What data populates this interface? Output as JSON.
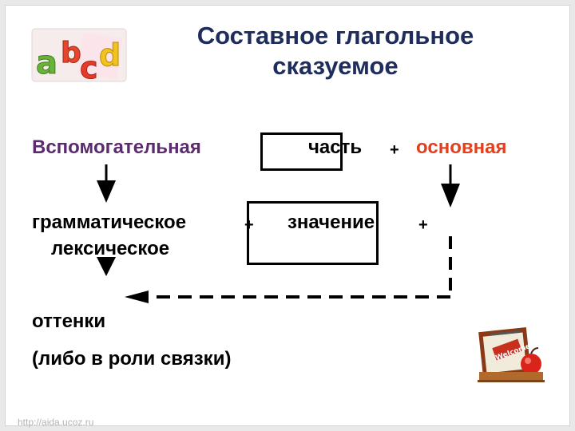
{
  "slide": {
    "title": "Составное глагольное сказуемое",
    "row1": {
      "auxiliary": "Вспомогательная",
      "part": "часть",
      "plus": "+",
      "main": "основная"
    },
    "row2": {
      "grammatical": "грамматическое",
      "plus1": "+",
      "meaning": "значение",
      "plus2": "+",
      "lexical": "лексическое"
    },
    "row3": {
      "shades": "оттенки"
    },
    "row4": {
      "link_role": "(либо в роли связки)"
    },
    "watermark": "http://aida.ucoz.ru"
  },
  "decor": {
    "logo_icon": "abcd-letters-icon",
    "welcome_icon": "welcome-board-apple-icon",
    "logo_letters": [
      "a",
      "b",
      "c",
      "d"
    ],
    "welcome_text": "Welcome"
  },
  "colors": {
    "title": "#1f2d5c",
    "auxiliary": "#5c2a6e",
    "main": "#e2401c",
    "text": "#000000"
  }
}
